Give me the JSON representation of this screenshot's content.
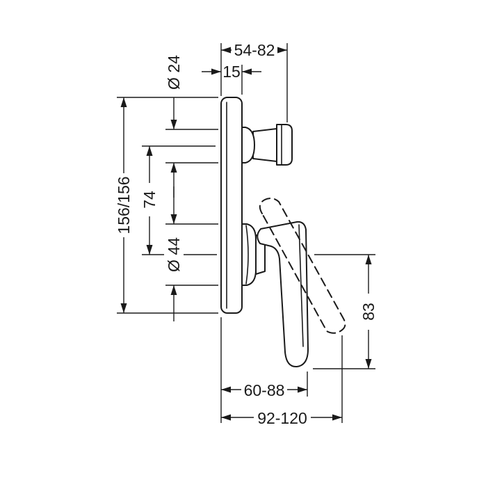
{
  "drawing": {
    "kind": "technical-dimension-drawing",
    "colors": {
      "line": "#1a1a1a",
      "background": "#ffffff"
    }
  },
  "dimensions": {
    "spout_projection": "54-82",
    "plate_depth": "15",
    "spout_diameter": "Ø 24",
    "plate_size": "156/156",
    "spout_to_handle_center": "74",
    "handle_hub_diameter": "Ø 44",
    "handle_height": "83",
    "handle_projection": "60-88",
    "max_projection": "92-120"
  }
}
